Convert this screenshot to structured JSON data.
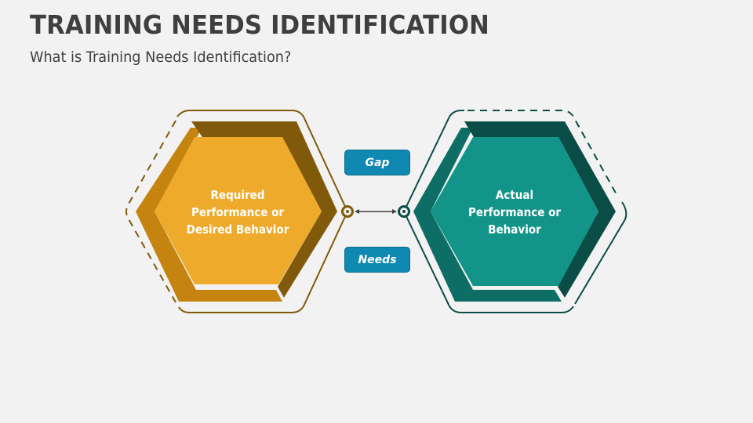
{
  "header": {
    "title": "TRAINING NEEDS IDENTIFICATION",
    "subtitle": "What is Training Needs Identification?"
  },
  "diagram": {
    "left_hexagon": {
      "label_lines": [
        "Required",
        "Performance or",
        "Desired Behavior"
      ],
      "colors": {
        "face": "#EEAA2A",
        "band_light": "#C4840F",
        "band_dark": "#805A0A",
        "outline": "#805A0A"
      }
    },
    "right_hexagon": {
      "label_lines": [
        "Actual",
        "Performance or",
        "Behavior"
      ],
      "colors": {
        "face": "#129488",
        "band_light": "#0E6E66",
        "band_dark": "#0A4D47",
        "outline": "#0A4D47"
      }
    },
    "connector": {
      "type": "double-arrow",
      "color": "#404040"
    },
    "tags": [
      {
        "label": "Gap",
        "color": "#0F89B2"
      },
      {
        "label": "Needs",
        "color": "#0F89B2"
      }
    ]
  }
}
